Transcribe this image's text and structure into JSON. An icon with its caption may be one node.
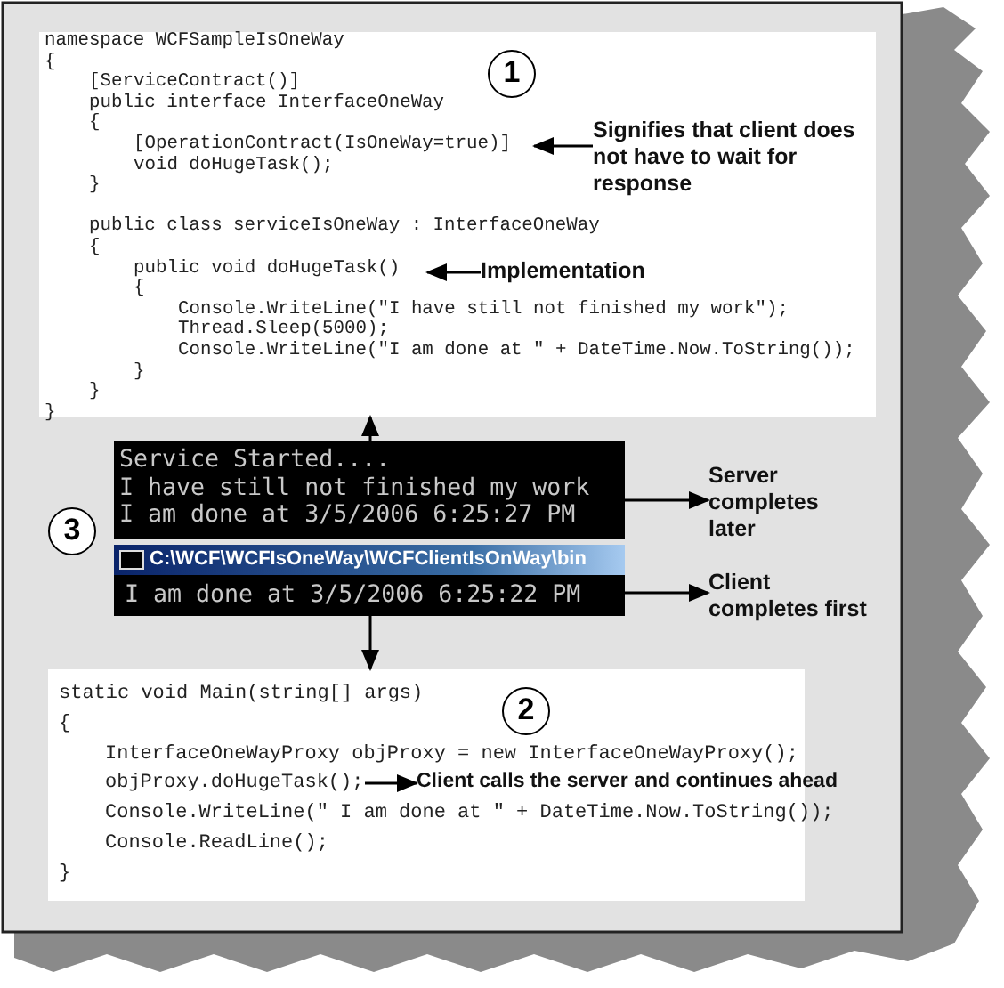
{
  "diagram": {
    "nodes": [
      {
        "text": [
          "namespace WCFSampleIsOneWay",
          "{",
          "[ServiceContract()]",
          "public interface InterfaceOneWay",
          "{",
          "[OperationContract(IsOneWay=true)]",
          "void doHugeTask();",
          "}",
          "public class serviceIsOneWay : InterfaceOneWay",
          "{",
          "public void doHugeTask()",
          "{",
          "Console.WriteLine(\"I have still not finished my work\");",
          "Thread.Sleep(5000);",
          "Console.WriteLine(\"I am done at \" + DateTime.Now.ToString());",
          "}",
          "}",
          "}"
        ]
      },
      {
        "text": [
          "1"
        ],
        "in": 0
      },
      {
        "text": [
          "Signifies that client does not have to wait for response"
        ],
        "in": 0
      },
      {
        "text": [
          "Implementation"
        ],
        "in": 0
      },
      {
        "text": [
          "Service Started....",
          "I have still not finished my work",
          "I am done at 3/5/2006 6:25:27 PM"
        ]
      },
      {
        "text": [
          "Server completes later"
        ]
      },
      {
        "text": [
          "C:\\WCF\\WCFIsOneWay\\WCFClientIsOnWay\\bin",
          "I am done at 3/5/2006 6:25:22 PM"
        ]
      },
      {
        "text": [
          "Client completes first"
        ]
      },
      {
        "text": [
          "static void Main(string[] args)",
          "{",
          "InterfaceOneWayProxy objProxy = new InterfaceOneWayProxy();",
          "objProxy.doHugeTask();",
          "Console.WriteLine(\" I am done at \" + DateTime.Now.ToString());",
          "Console.ReadLine();",
          "}"
        ]
      },
      {
        "text": [
          "2"
        ],
        "in": 8
      },
      {
        "text": [
          "Client calls the server and continues ahead"
        ],
        "in": 8
      },
      {
        "text": [
          "3"
        ]
      }
    ],
    "edges": [
      {
        "from": 2,
        "to": null,
        "arrow": "to"
      },
      {
        "from": 3,
        "to": null,
        "arrow": "to"
      },
      {
        "from": 4,
        "to": 0,
        "arrow": "to"
      },
      {
        "from": 4,
        "to": 5,
        "arrow": "to"
      },
      {
        "from": 6,
        "to": 7,
        "arrow": "to"
      },
      {
        "from": 6,
        "to": 8,
        "arrow": "to"
      },
      {
        "from": null,
        "to": 10,
        "arrow": "to"
      }
    ]
  }
}
